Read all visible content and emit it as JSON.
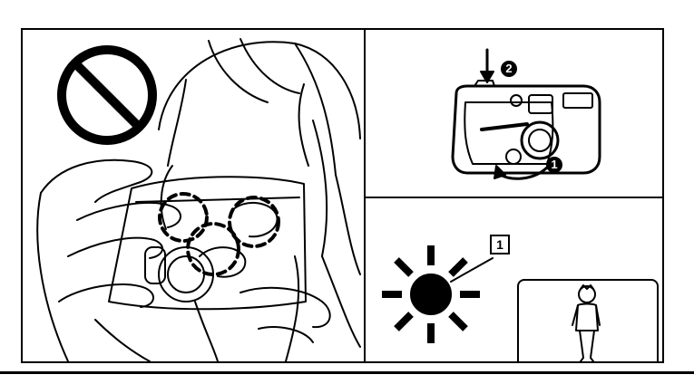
{
  "panels": {
    "press_step": {
      "badge_label": "2"
    },
    "slide_step": {
      "badge_label": "1"
    },
    "backlight_callout": {
      "label": "1"
    }
  },
  "colors": {
    "line": "#000000",
    "paper": "#ffffff"
  },
  "icons": [
    "prohibited-icon",
    "down-arrow-icon",
    "curved-arrow-icon",
    "sun-icon"
  ]
}
